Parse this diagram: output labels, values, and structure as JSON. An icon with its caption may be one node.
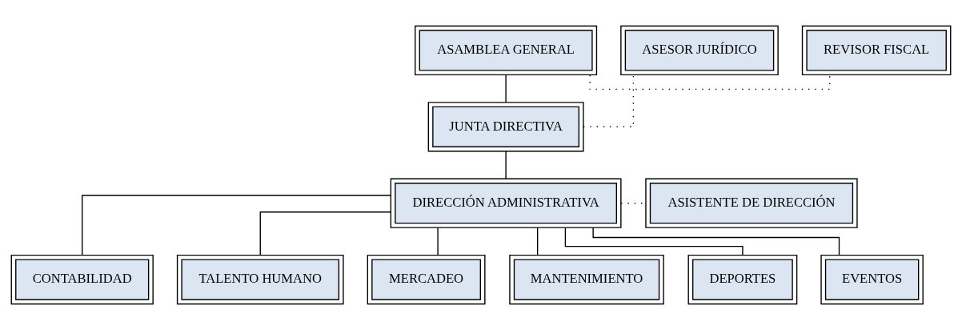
{
  "diagram": {
    "nodes": [
      {
        "text": [
          "ASAMBLEA GENERAL"
        ]
      },
      {
        "text": [
          "REVISOR FISCAL"
        ]
      },
      {
        "text": [
          "JUNTA DIRECTIVA"
        ]
      },
      {
        "text": [
          "ASESOR JURÍDICO"
        ]
      },
      {
        "text": [
          "DIRECCIÓN ADMINISTRATIVA"
        ]
      },
      {
        "text": [
          "ASISTENTE DE DIRECCIÓN"
        ]
      },
      {
        "text": [
          "CONTABILIDAD"
        ]
      },
      {
        "text": [
          "TALENTO HUMANO"
        ]
      },
      {
        "text": [
          "MERCADEO"
        ]
      },
      {
        "text": [
          "MANTENIMIENTO"
        ]
      },
      {
        "text": [
          "DEPORTES"
        ]
      },
      {
        "text": [
          "EVENTOS"
        ]
      }
    ],
    "edges": [
      {
        "from": 0,
        "to": 2,
        "arrow": "none"
      },
      {
        "from": 0,
        "to": 1,
        "arrow": "none",
        "style": "dashed"
      },
      {
        "from": 2,
        "to": 4,
        "arrow": "none"
      },
      {
        "from": 2,
        "to": 3,
        "arrow": "none",
        "style": "dashed"
      },
      {
        "from": 4,
        "to": 5,
        "arrow": "none",
        "style": "dashed"
      },
      {
        "from": 4,
        "to": 6,
        "arrow": "none"
      },
      {
        "from": 4,
        "to": 7,
        "arrow": "none"
      },
      {
        "from": 4,
        "to": 8,
        "arrow": "none"
      },
      {
        "from": 4,
        "to": 9,
        "arrow": "none"
      },
      {
        "from": 4,
        "to": 10,
        "arrow": "none"
      },
      {
        "from": 4,
        "to": 11,
        "arrow": "none"
      }
    ]
  }
}
